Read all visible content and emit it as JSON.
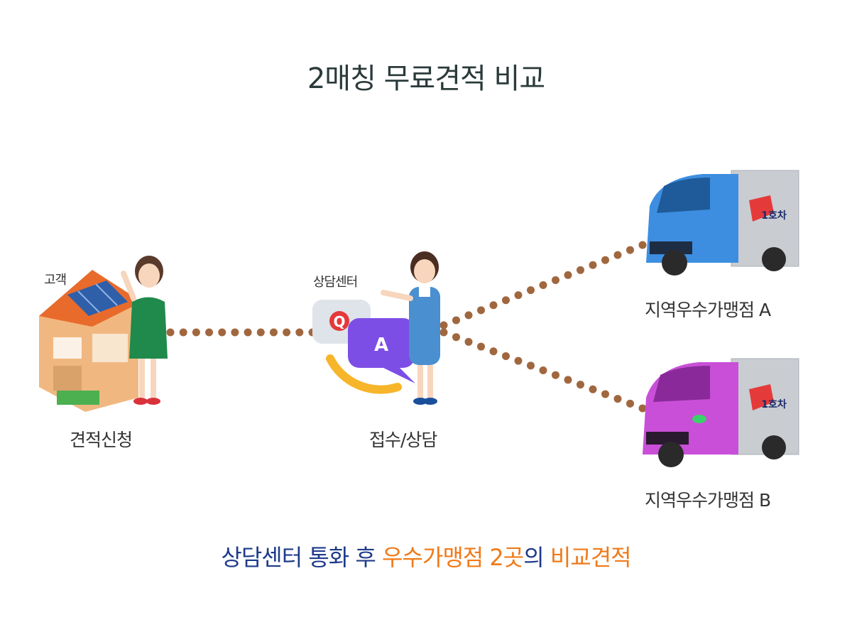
{
  "title": "2매칭 무료견적 비교",
  "nodes": {
    "customer": {
      "tag": "고객",
      "step": "견적신청"
    },
    "center": {
      "tag": "상담센터",
      "step": "접수/상담",
      "q": "Q",
      "a": "A"
    },
    "shop_a": {
      "label": "지역우수가맹점 A",
      "badge": "1호차"
    },
    "shop_b": {
      "label": "지역우수가맹점 B",
      "badge": "1호차"
    }
  },
  "caption": {
    "part1": "상담센터 통화 후 ",
    "part2": "우수가맹점 2곳",
    "part3": "의 ",
    "part4": "비교견적"
  },
  "colors": {
    "dots": "#a0673f",
    "truck_a": "#3d8ee0",
    "truck_b": "#c94fd8",
    "caption_navy": "#1e3a8a",
    "caption_orange": "#f07a1a"
  }
}
